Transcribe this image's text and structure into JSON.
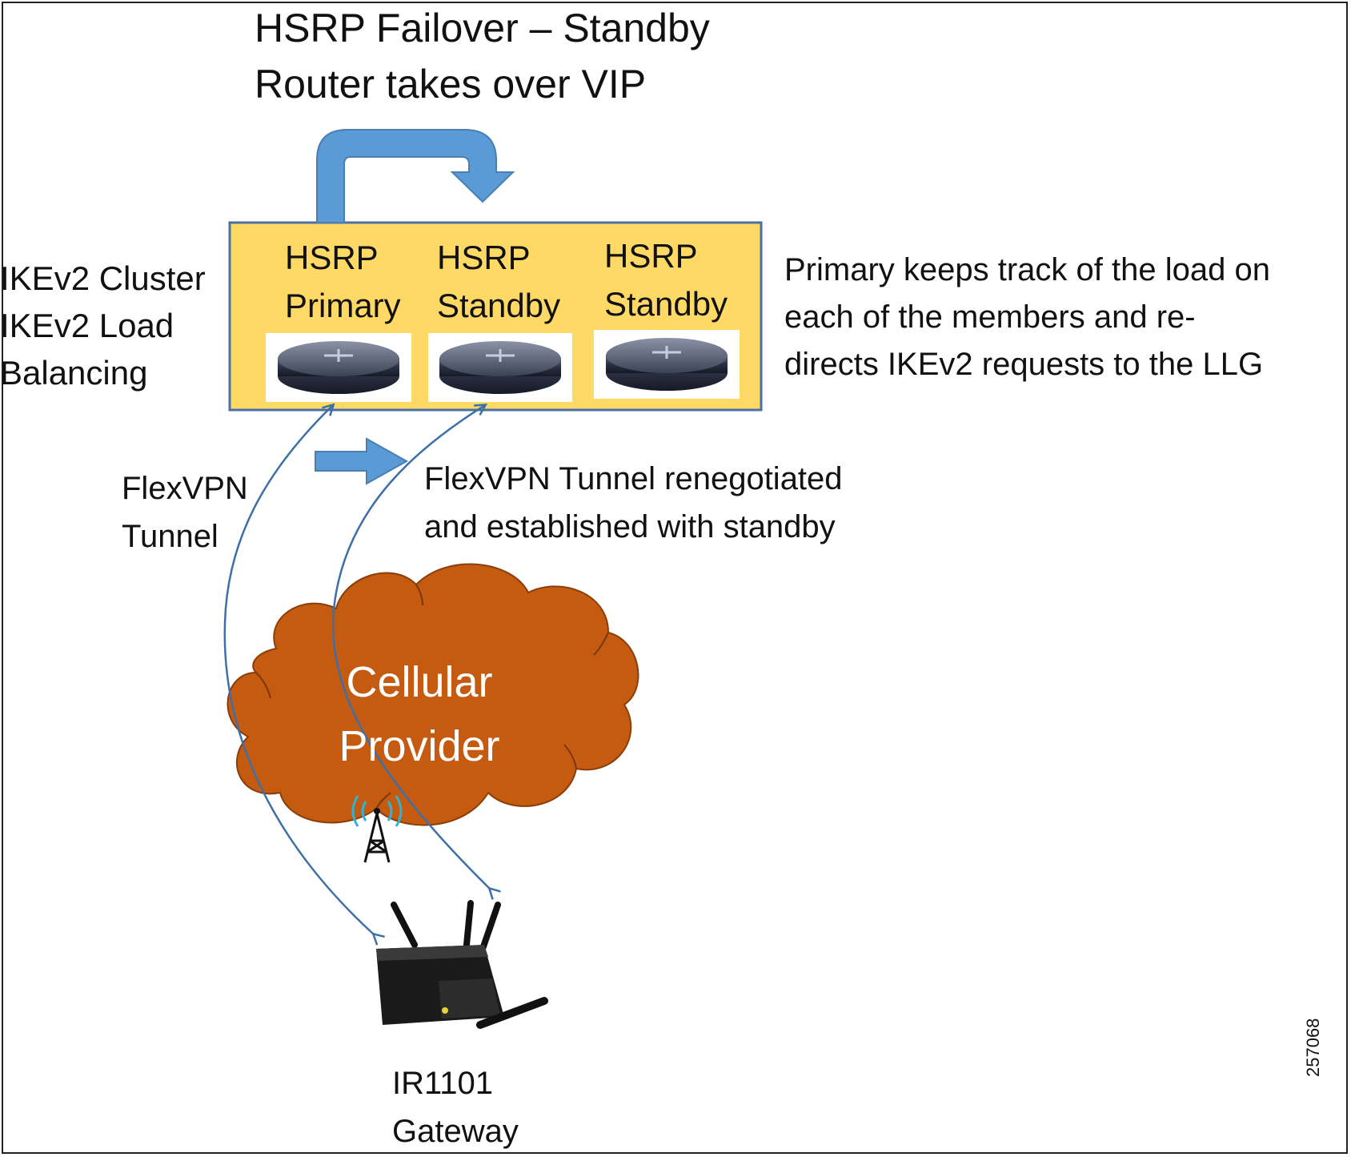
{
  "title": {
    "line1": "HSRP Failover – Standby",
    "line2": "Router takes over VIP"
  },
  "cluster_label": {
    "line1": "IKEv2 Cluster",
    "line2": "IKEv2 Load",
    "line3": "Balancing"
  },
  "routers": [
    {
      "role": "HSRP",
      "state": "Primary"
    },
    {
      "role": "HSRP",
      "state": "Standby"
    },
    {
      "role": "HSRP",
      "state": "Standby"
    }
  ],
  "primary_note": {
    "line1": "Primary keeps track of the load on",
    "line2": "each of the members and re-",
    "line3": "directs IKEv2 requests to the LLG"
  },
  "tunnel_label": {
    "line1": "FlexVPN",
    "line2": "Tunnel"
  },
  "renegotiate_label": {
    "line1": "FlexVPN Tunnel renegotiated",
    "line2": "and established with standby"
  },
  "cloud": {
    "line1": "Cellular",
    "line2": "Provider"
  },
  "gateway": {
    "line1": "IR1101",
    "line2": "Gateway"
  },
  "figure_id": "257068",
  "colors": {
    "cluster_fill": "#FFD966",
    "cluster_border": "#4A6FA5",
    "arrow_blue": "#5B9BD5",
    "cloud_fill": "#C55A11",
    "link_line": "#3D6FA8",
    "tower_signal": "#2BB5D6"
  }
}
